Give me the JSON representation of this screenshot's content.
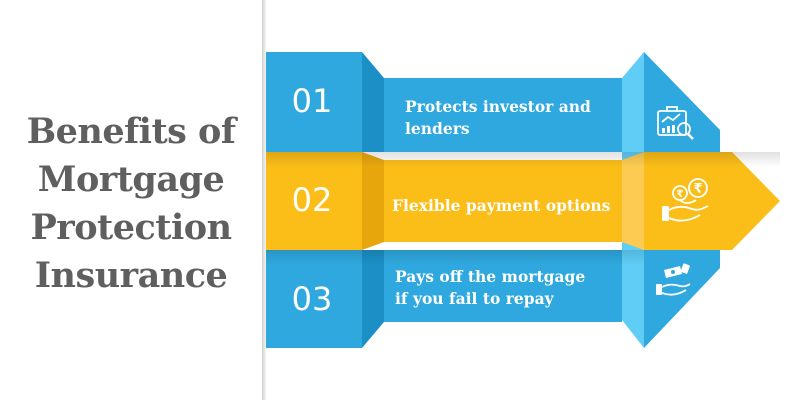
{
  "title": {
    "lines": [
      "Benefits of",
      "Mortgage",
      "Protection",
      "Insurance"
    ]
  },
  "benefits": [
    {
      "number": "01",
      "lines": [
        "Protects investor and",
        "lenders"
      ],
      "icon": "chart-magnifier-briefcase-icon",
      "color": "#2ea8de"
    },
    {
      "number": "02",
      "lines": [
        "Flexible payment options"
      ],
      "icon": "hand-coins-rupee-icon",
      "color": "#fbbd18"
    },
    {
      "number": "03",
      "lines": [
        "Pays off the mortgage",
        "if you fail to repay"
      ],
      "icon": "hand-giving-money-icon",
      "color": "#2ea8de"
    }
  ],
  "colors": {
    "blue": "#2ea8de",
    "blue_dark": "#1c8fc6",
    "blue_light": "#5fcdf6",
    "yellow": "#fbbd18",
    "yellow_dark": "#e8a60d",
    "yellow_light": "#fdcb52",
    "title_gray": "#5f5f5f"
  }
}
